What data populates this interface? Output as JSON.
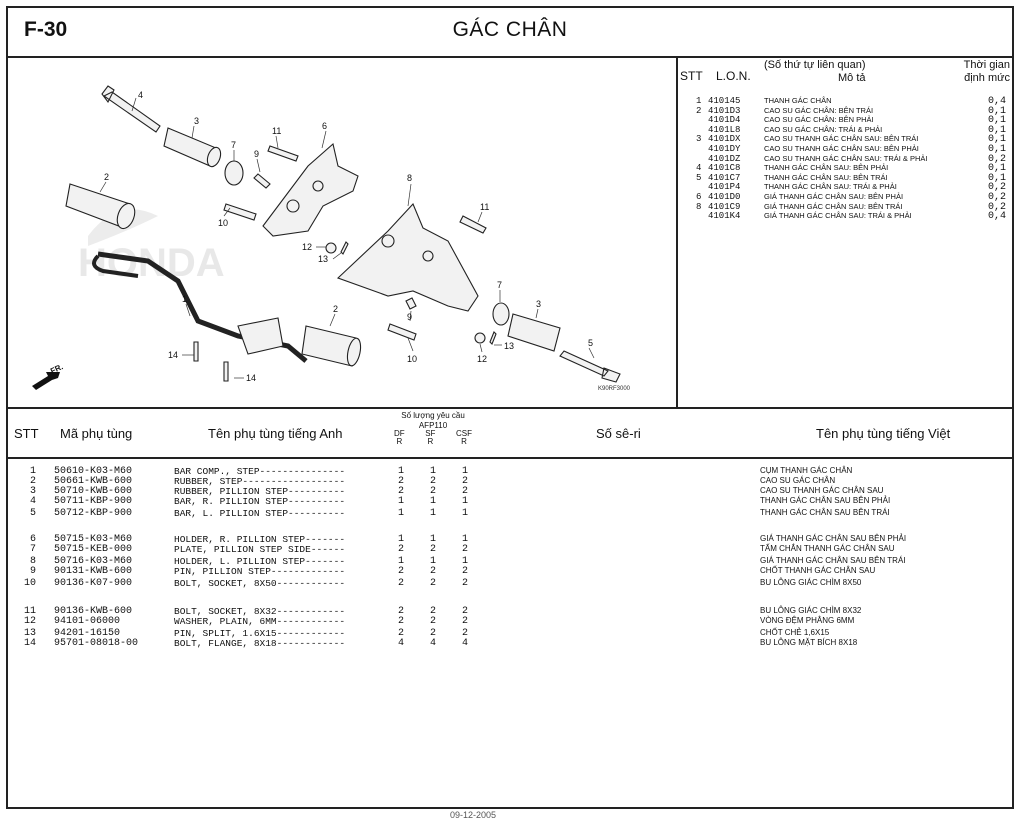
{
  "header": {
    "code": "F-30",
    "title": "GÁC CHÂN"
  },
  "lon_panel": {
    "col_stt": "STT",
    "col_lon": "L.O.N.",
    "col_desc_line1": "(Số thứ tự liên quan)",
    "col_desc_line2": "Mô tả",
    "col_time_line1": "Thời gian",
    "col_time_line2": "định mức",
    "rows": [
      {
        "stt": "1",
        "lon": "410145",
        "desc": "THANH GÁC CHÂN",
        "time": "0,4"
      },
      {
        "stt": "2",
        "lon": "4101D3",
        "desc": "CAO SU GÁC CHÂN: BÊN TRÁI",
        "time": "0,1"
      },
      {
        "stt": "",
        "lon": "4101D4",
        "desc": "CAO SU GÁC CHÂN: BÊN PHẢI",
        "time": "0,1"
      },
      {
        "stt": "",
        "lon": "4101L8",
        "desc": "CAO SU GÁC CHÂN: TRÁI & PHẢI",
        "time": "0,1"
      },
      {
        "stt": "3",
        "lon": "4101DX",
        "desc": "CAO SU THANH GÁC CHÂN SAU: BÊN TRÁI",
        "time": "0,1"
      },
      {
        "stt": "",
        "lon": "4101DY",
        "desc": "CAO SU THANH GÁC CHÂN SAU: BÊN PHẢI",
        "time": "0,1"
      },
      {
        "stt": "",
        "lon": "4101DZ",
        "desc": "CAO SU THANH GÁC CHÂN SAU: TRÁI & PHẢI",
        "time": "0,2"
      },
      {
        "stt": "4",
        "lon": "4101C8",
        "desc": "THANH GÁC CHÂN SAU: BÊN PHẢI",
        "time": "0,1"
      },
      {
        "stt": "5",
        "lon": "4101C7",
        "desc": "THANH GÁC CHÂN SAU: BÊN TRÁI",
        "time": "0,1"
      },
      {
        "stt": "",
        "lon": "4101P4",
        "desc": "THANH GÁC CHÂN SAU: TRÁI & PHẢI",
        "time": "0,2"
      },
      {
        "stt": "6",
        "lon": "4101D0",
        "desc": "GIÁ THANH GÁC CHÂN SAU: BÊN PHẢI",
        "time": "0,2"
      },
      {
        "stt": "8",
        "lon": "4101C9",
        "desc": "GIÁ THANH GÁC CHÂN SAU: BÊN TRÁI",
        "time": "0,2"
      },
      {
        "stt": "",
        "lon": "4101K4",
        "desc": "GIÁ THANH GÁC CHÂN SAU: TRÁI & PHẢI",
        "time": "0,4"
      }
    ]
  },
  "diagram": {
    "watermark": "HONDA",
    "fr_label": "FR.",
    "ref_code": "K90RF3000",
    "callouts": [
      "4",
      "3",
      "7",
      "9",
      "11",
      "6",
      "2",
      "10",
      "8",
      "11",
      "12",
      "13",
      "1",
      "2",
      "7",
      "3",
      "9",
      "10",
      "12",
      "13",
      "5",
      "14",
      "14"
    ]
  },
  "table": {
    "headers": {
      "stt": "STT",
      "part_no": "Mã phụ tùng",
      "name_en": "Tên phụ tùng tiếng Anh",
      "qty_title": "Số lượng yêu cầu",
      "qty_model": "AFP110",
      "qty_cols": [
        [
          "DF",
          "R"
        ],
        [
          "SF",
          "R"
        ],
        [
          "CSF",
          "R"
        ]
      ],
      "serial": "Số sê-ri",
      "name_vi": "Tên phụ tùng tiếng Việt"
    },
    "rows": [
      {
        "stt": "1",
        "part": "50610-K03-M60",
        "en": "BAR COMP., STEP---------------",
        "q": [
          "1",
          "1",
          "1"
        ],
        "vi": "CỤM THANH GÁC CHÂN"
      },
      {
        "stt": "2",
        "part": "50661-KWB-600",
        "en": "RUBBER, STEP------------------",
        "q": [
          "2",
          "2",
          "2"
        ],
        "vi": "CAO SU GÁC CHÂN"
      },
      {
        "stt": "3",
        "part": "50710-KWB-600",
        "en": "RUBBER, PILLION STEP----------",
        "q": [
          "2",
          "2",
          "2"
        ],
        "vi": "CAO SU THANH GÁC CHÂN SAU"
      },
      {
        "stt": "4",
        "part": "50711-KBP-900",
        "en": "BAR, R. PILLION STEP----------",
        "q": [
          "1",
          "1",
          "1"
        ],
        "vi": "THANH GÁC CHÂN SAU BÊN PHẢI"
      },
      {
        "stt": "5",
        "part": "50712-KBP-900",
        "en": "BAR, L. PILLION STEP----------",
        "q": [
          "1",
          "1",
          "1"
        ],
        "vi": "THANH GÁC CHÂN SAU BÊN TRÁI"
      },
      {
        "stt": "6",
        "part": "50715-K03-M60",
        "en": "HOLDER, R. PILLION STEP-------",
        "q": [
          "1",
          "1",
          "1"
        ],
        "vi": "GIÁ THANH GÁC CHÂN SAU BÊN PHẢI"
      },
      {
        "stt": "7",
        "part": "50715-KEB-000",
        "en": "PLATE, PILLION STEP SIDE------",
        "q": [
          "2",
          "2",
          "2"
        ],
        "vi": "TẤM CHẮN THANH GÁC CHÂN SAU"
      },
      {
        "stt": "8",
        "part": "50716-K03-M60",
        "en": "HOLDER, L. PILLION STEP-------",
        "q": [
          "1",
          "1",
          "1"
        ],
        "vi": "GIÁ THANH GÁC CHÂN SAU BÊN TRÁI"
      },
      {
        "stt": "9",
        "part": "90131-KWB-600",
        "en": "PIN, PILLION STEP-------------",
        "q": [
          "2",
          "2",
          "2"
        ],
        "vi": "CHỐT THANH GÁC CHÂN SAU"
      },
      {
        "stt": "10",
        "part": "90136-K07-900",
        "en": "BOLT, SOCKET, 8X50------------",
        "q": [
          "2",
          "2",
          "2"
        ],
        "vi": "BU LÔNG GIÁC CHÌM 8X50"
      },
      {
        "stt": "11",
        "part": "90136-KWB-600",
        "en": "BOLT, SOCKET, 8X32------------",
        "q": [
          "2",
          "2",
          "2"
        ],
        "vi": "BU LÔNG GIÁC CHÌM 8X32"
      },
      {
        "stt": "12",
        "part": "94101-06000",
        "en": "WASHER, PLAIN, 6MM------------",
        "q": [
          "2",
          "2",
          "2"
        ],
        "vi": "VÒNG ĐỆM PHẲNG 6MM"
      },
      {
        "stt": "13",
        "part": "94201-16150",
        "en": "PIN, SPLIT, 1.6X15------------",
        "q": [
          "2",
          "2",
          "2"
        ],
        "vi": "CHỐT CHẺ 1,6X15"
      },
      {
        "stt": "14",
        "part": "95701-08018-00",
        "en": "BOLT, FLANGE, 8X18------------",
        "q": [
          "4",
          "4",
          "4"
        ],
        "vi": "BU LÔNG MẶT BÍCH 8X18"
      }
    ]
  },
  "footer": {
    "date": "09-12-2005"
  }
}
